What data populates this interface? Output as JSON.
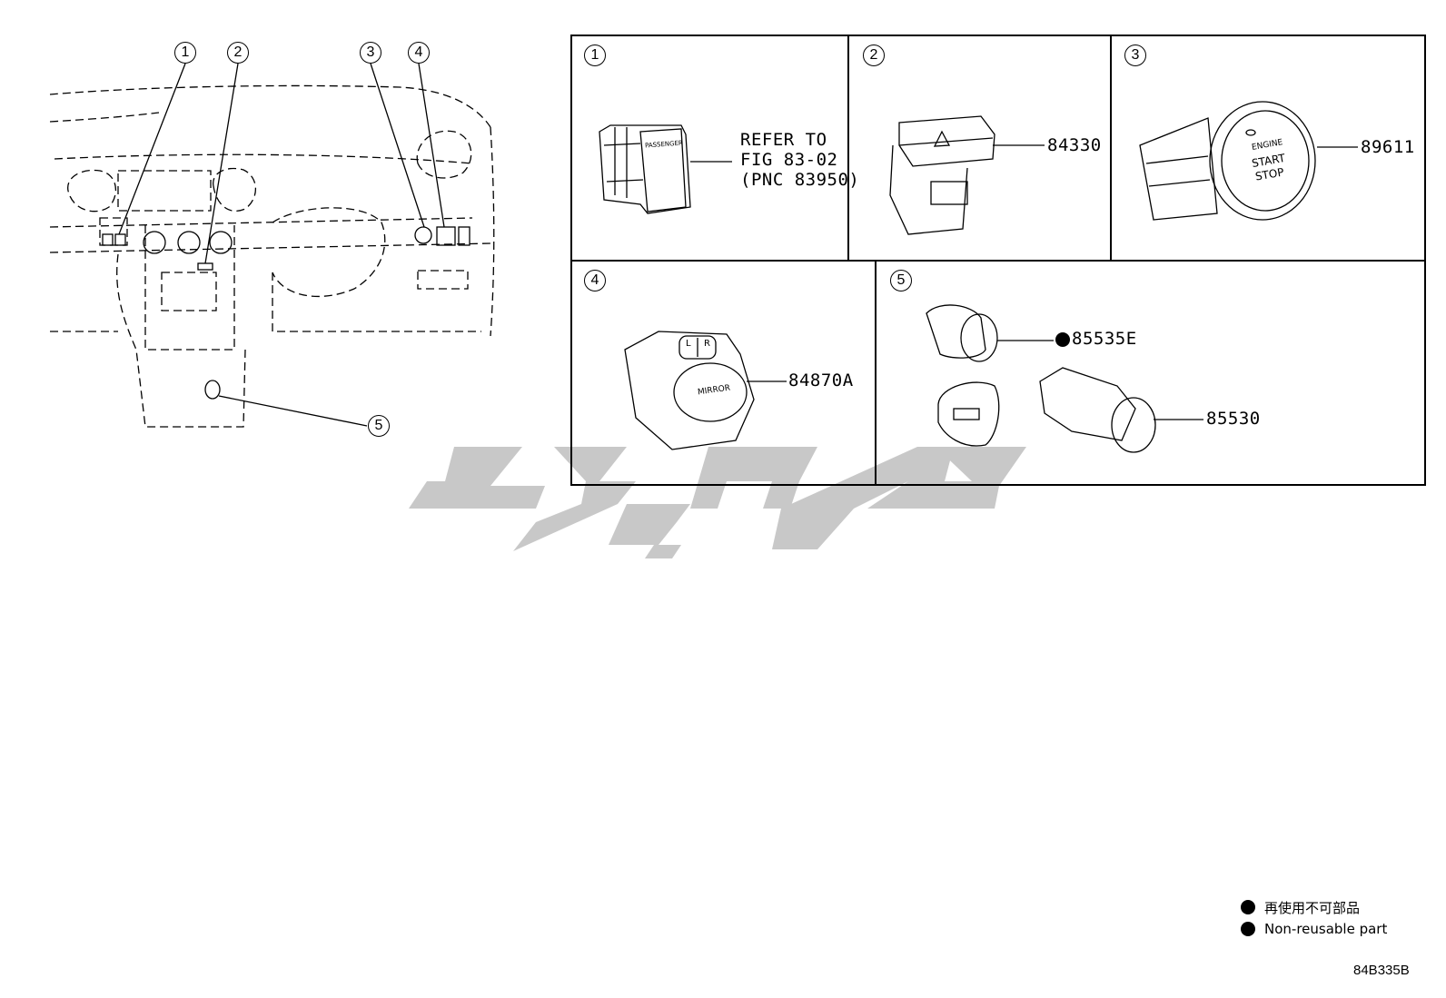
{
  "overview": {
    "callouts": [
      "1",
      "2",
      "3",
      "4",
      "5"
    ]
  },
  "panels": [
    {
      "num": "1",
      "label_lines": [
        "REFER TO",
        "FIG 83-02",
        "(PNC 83950)"
      ],
      "switch_text": "PASSENGER"
    },
    {
      "num": "2",
      "part": "84330"
    },
    {
      "num": "3",
      "part": "89611",
      "button_lines": [
        "ENGINE",
        "START",
        "STOP"
      ]
    },
    {
      "num": "4",
      "part": "84870A",
      "button_text": "MIRROR",
      "selector_text": [
        "L",
        "R"
      ]
    },
    {
      "num": "5",
      "parts": [
        {
          "code": "85535E",
          "non_reusable": true
        },
        {
          "code": "85530",
          "non_reusable": false
        }
      ]
    }
  ],
  "legend": {
    "items": [
      "再使用不可部品",
      "Non-reusable part"
    ]
  },
  "drawing_code": "84B335B",
  "colors": {
    "line": "#000000",
    "watermark": "#c8c8c8"
  }
}
